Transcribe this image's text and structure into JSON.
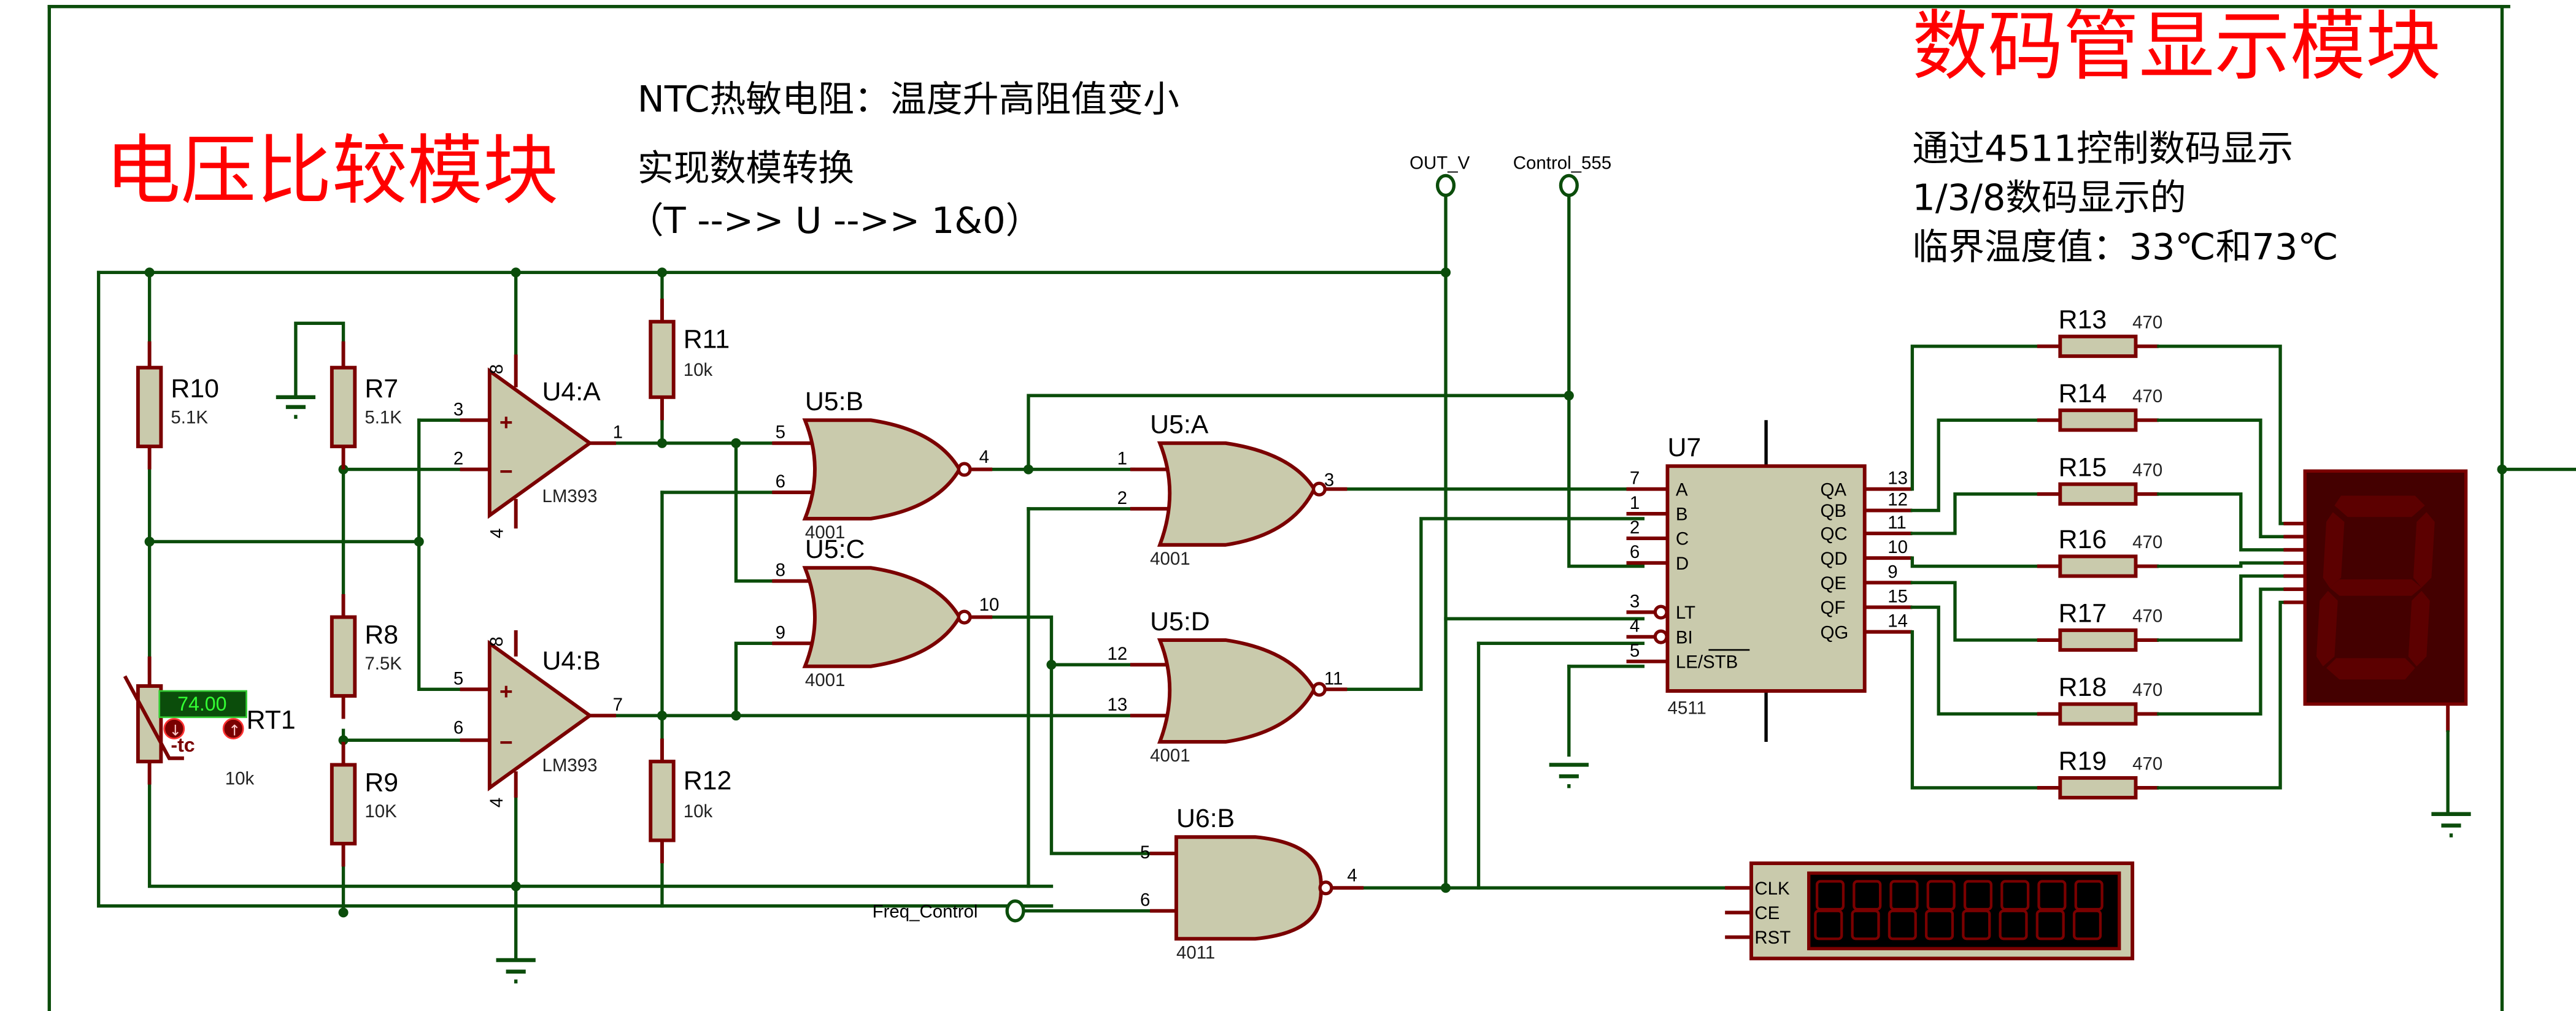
{
  "titles": {
    "left": "电压比较模块",
    "right": "数码管显示模块"
  },
  "notes": {
    "ntc_line1": "NTC热敏电阻：温度升高阻值变小",
    "ntc_line2": "实现数模转换",
    "ntc_line3": "（T -->> U -->> 1&0）",
    "disp_line1": "通过4511控制数码显示",
    "disp_line2": "1/3/8数码显示的",
    "disp_line3": "临界温度值：33℃和73℃"
  },
  "terminals": {
    "out_v": "OUT_V",
    "control_555": "Control_555",
    "freq_control": "Freq_Control"
  },
  "resistors": {
    "r10": {
      "ref": "R10",
      "value": "5.1K"
    },
    "r7": {
      "ref": "R7",
      "value": "5.1K"
    },
    "r8": {
      "ref": "R8",
      "value": "7.5K"
    },
    "r9": {
      "ref": "R9",
      "value": "10K"
    },
    "r11": {
      "ref": "R11",
      "value": "10k"
    },
    "r12": {
      "ref": "R12",
      "value": "10k"
    },
    "display": [
      {
        "ref": "R13",
        "value": "470"
      },
      {
        "ref": "R14",
        "value": "470"
      },
      {
        "ref": "R15",
        "value": "470"
      },
      {
        "ref": "R16",
        "value": "470"
      },
      {
        "ref": "R17",
        "value": "470"
      },
      {
        "ref": "R18",
        "value": "470"
      },
      {
        "ref": "R19",
        "value": "470"
      }
    ]
  },
  "thermistor": {
    "ref": "RT1",
    "value": "10k",
    "tc_label": "-tc",
    "temperature_readout": "74.00",
    "down_icon": "↓",
    "up_icon": "↑"
  },
  "comparators": {
    "u4a": {
      "ref": "U4:A",
      "part": "LM393",
      "pin_plus": "3",
      "pin_minus": "2",
      "pin_out": "1",
      "pin_vcc": "8",
      "pin_gnd": "4"
    },
    "u4b": {
      "ref": "U4:B",
      "part": "LM393",
      "pin_plus": "5",
      "pin_minus": "6",
      "pin_out": "7",
      "pin_vcc": "8",
      "pin_gnd": "4"
    },
    "plus_sign": "+",
    "minus_sign": "−"
  },
  "gates": {
    "u5b": {
      "ref": "U5:B",
      "part": "4001",
      "in1": "5",
      "in2": "6",
      "out": "4"
    },
    "u5c": {
      "ref": "U5:C",
      "part": "4001",
      "in1": "8",
      "in2": "9",
      "out": "10"
    },
    "u5a": {
      "ref": "U5:A",
      "part": "4001",
      "in1": "1",
      "in2": "2",
      "out": "3"
    },
    "u5d": {
      "ref": "U5:D",
      "part": "4001",
      "in1": "12",
      "in2": "13",
      "out": "11"
    },
    "u6b": {
      "ref": "U6:B",
      "part": "4011",
      "in1": "5",
      "in2": "6",
      "out": "4"
    }
  },
  "decoder": {
    "ref": "U7",
    "part": "4511",
    "left_pins": [
      {
        "num": "7",
        "name": "A"
      },
      {
        "num": "1",
        "name": "B"
      },
      {
        "num": "2",
        "name": "C"
      },
      {
        "num": "6",
        "name": "D"
      },
      {
        "num": "3",
        "name": "LT"
      },
      {
        "num": "4",
        "name": "BI"
      },
      {
        "num": "5",
        "name": "LE/STB"
      }
    ],
    "right_pins": [
      {
        "num": "13",
        "name": "QA"
      },
      {
        "num": "12",
        "name": "QB"
      },
      {
        "num": "11",
        "name": "QC"
      },
      {
        "num": "10",
        "name": "QD"
      },
      {
        "num": "9",
        "name": "QE"
      },
      {
        "num": "15",
        "name": "QF"
      },
      {
        "num": "14",
        "name": "QG"
      }
    ]
  },
  "counter": {
    "pins": [
      "CLK",
      "CE",
      "RST"
    ],
    "digits": 8
  },
  "seven_segment": {
    "displayed_digit": "8"
  }
}
